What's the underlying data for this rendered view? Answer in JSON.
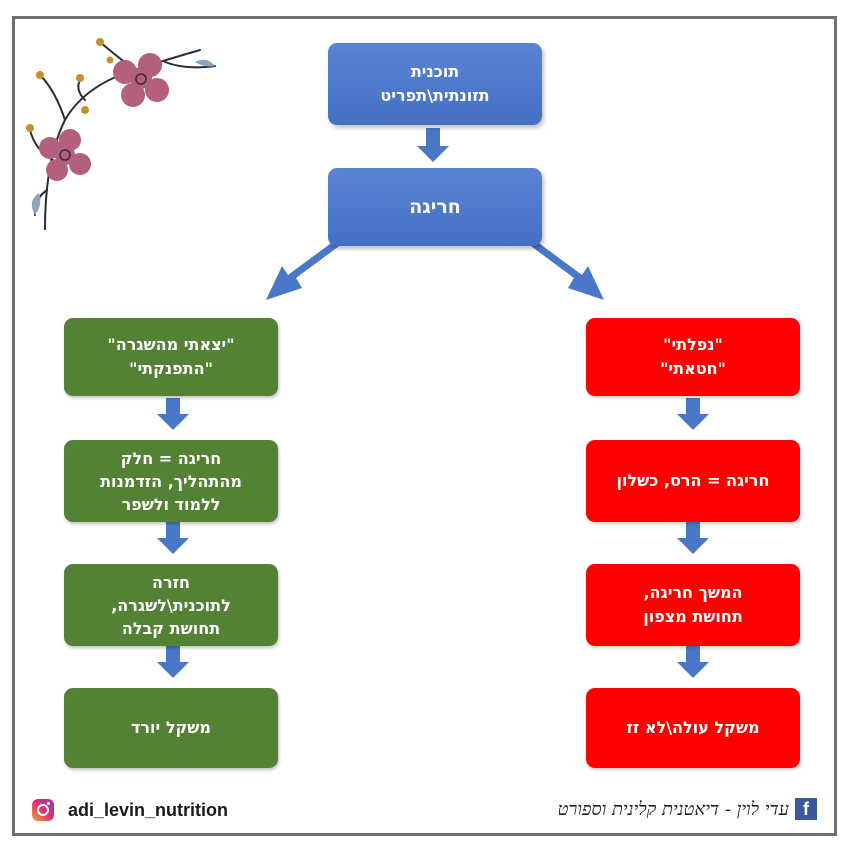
{
  "top": {
    "plan": [
      "תוכנית",
      "תזונתית\\תפריט"
    ],
    "deviation": [
      "חריגה"
    ]
  },
  "left_branch": {
    "color": "#548235",
    "boxes": [
      [
        "\"יצאתי מהשגרה\"",
        "\"התפנקתי\""
      ],
      [
        "חריגה = חלק",
        "מהתהליך, הזדמנות",
        "ללמוד ולשפר"
      ],
      [
        "חזרה",
        "לתוכנית\\לשגרה,",
        "תחושת קבלה"
      ],
      [
        "משקל יורד"
      ]
    ]
  },
  "right_branch": {
    "color": "#ff0000",
    "boxes": [
      [
        "\"נפלתי\"",
        "\"חטאתי\""
      ],
      [
        "חריגה = הרס, כשלון"
      ],
      [
        "המשך חריגה,",
        "תחושת מצפון"
      ],
      [
        "משקל עולה\\לא זז"
      ]
    ]
  },
  "footer": {
    "instagram_icon": "instagram-icon",
    "instagram_handle": "adi_levin_nutrition",
    "facebook_icon": "facebook-icon",
    "facebook_letter": "f",
    "signature": "עדי לוין - דיאטנית קלינית וספורט"
  },
  "colors": {
    "blue": "#4472c4",
    "arrow": "#4a78c8",
    "green": "#548235",
    "red": "#ff0000"
  }
}
